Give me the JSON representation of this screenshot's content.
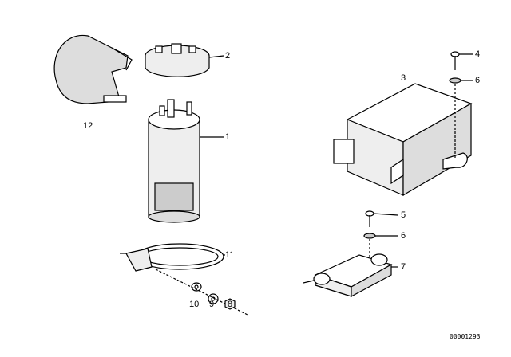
{
  "parts": [
    {
      "id": "12",
      "label": "12"
    },
    {
      "id": "2",
      "label": "2"
    },
    {
      "id": "1",
      "label": "1"
    },
    {
      "id": "11",
      "label": "11"
    },
    {
      "id": "10",
      "label": "10"
    },
    {
      "id": "9",
      "label": "9"
    },
    {
      "id": "8",
      "label": "8"
    },
    {
      "id": "3",
      "label": "3"
    },
    {
      "id": "4",
      "label": "4"
    },
    {
      "id": "6a",
      "label": "6"
    },
    {
      "id": "5",
      "label": "5"
    },
    {
      "id": "6b",
      "label": "6"
    },
    {
      "id": "7",
      "label": "7"
    }
  ],
  "diagram_code": "00001293"
}
